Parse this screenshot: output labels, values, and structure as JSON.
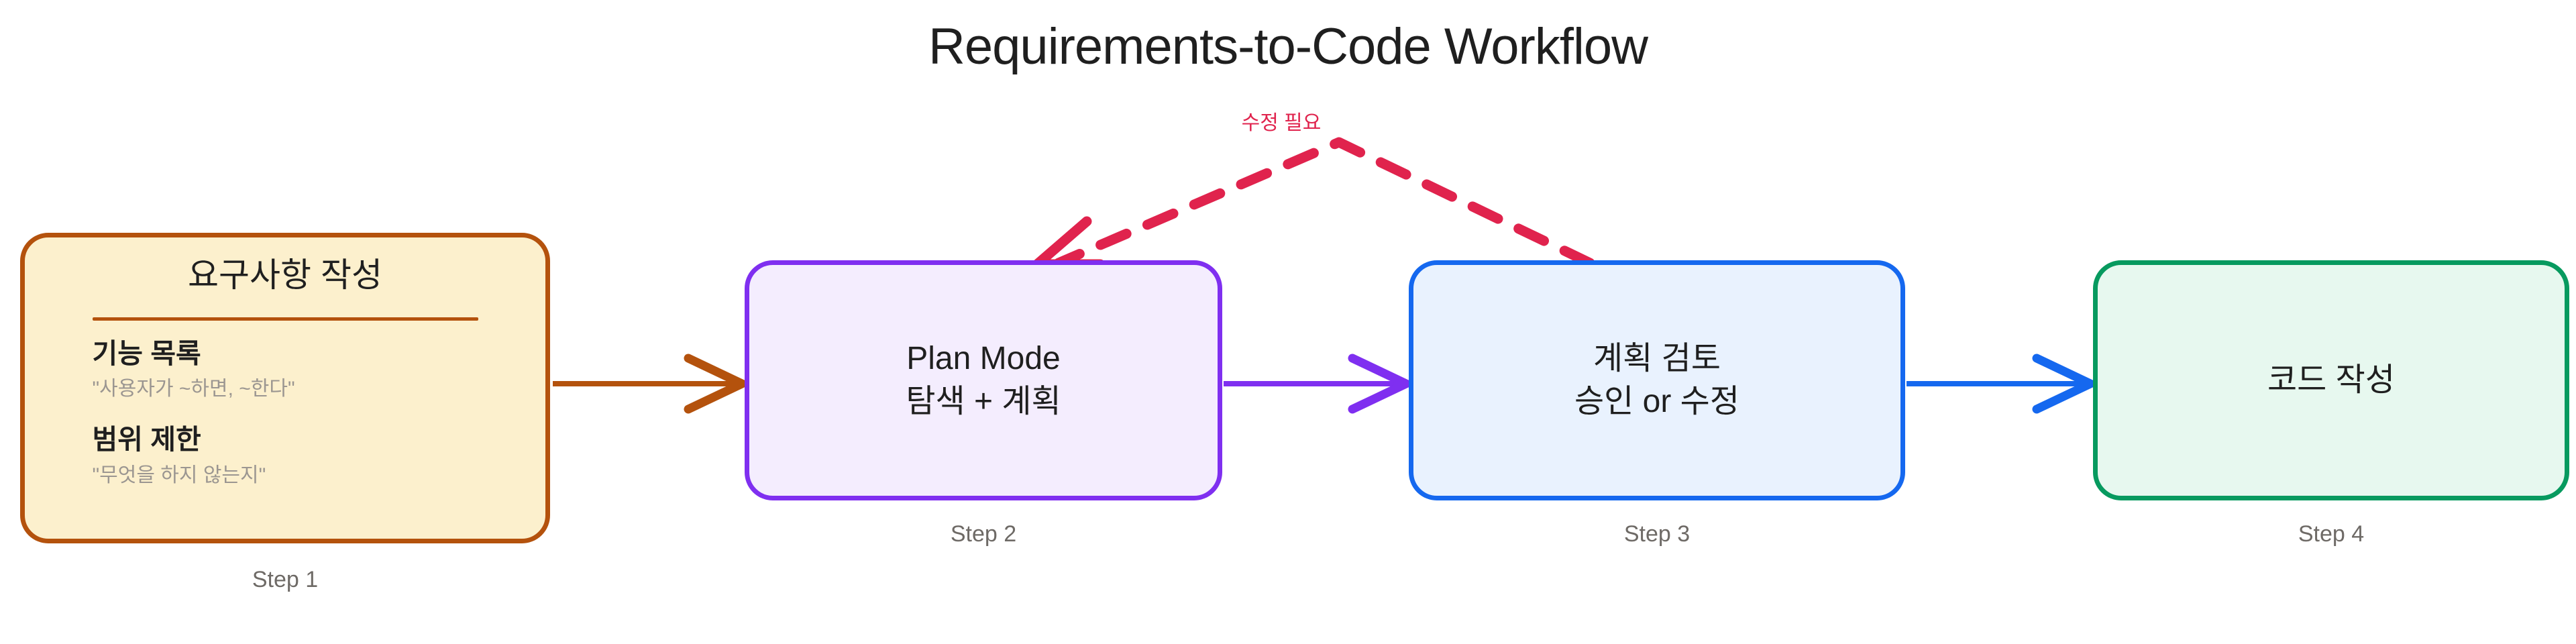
{
  "diagram": {
    "title": "Requirements-to-Code Workflow",
    "type": "flowchart"
  },
  "nodes": [
    {
      "id": "step1",
      "caption": "Step 1",
      "title": "요구사항 작성",
      "details": [
        {
          "label": "기능 목록",
          "note": "\"사용자가 ~하면, ~한다\""
        },
        {
          "label": "범위 제한",
          "note": "\"무엇을 하지 않는지\""
        }
      ],
      "fill": "#fcf0cd",
      "stroke": "#b4520d"
    },
    {
      "id": "step2",
      "caption": "Step 2",
      "lines": [
        "Plan Mode",
        "탐색 + 계획"
      ],
      "fill": "#f4edfe",
      "stroke": "#7f2ff0"
    },
    {
      "id": "step3",
      "caption": "Step 3",
      "lines": [
        "계획 검토",
        "승인 or 수정"
      ],
      "fill": "#e9f2fe",
      "stroke": "#1568ef"
    },
    {
      "id": "step4",
      "caption": "Step 4",
      "lines": [
        "코드 작성"
      ],
      "fill": "#e7f8ef",
      "stroke": "#079a5f"
    }
  ],
  "edges": [
    {
      "id": "edge-1-2",
      "from": "step1",
      "to": "step2",
      "label": "",
      "style": "solid",
      "color": "#b4520d"
    },
    {
      "id": "edge-2-3",
      "from": "step2",
      "to": "step3",
      "label": "",
      "style": "solid",
      "color": "#7f2ff0"
    },
    {
      "id": "edge-3-4",
      "from": "step3",
      "to": "step4",
      "label": "",
      "style": "solid",
      "color": "#1568ef"
    },
    {
      "id": "edge-3-2-feedback",
      "from": "step3",
      "to": "step2",
      "label": "수정 필요",
      "style": "dashed",
      "color": "#e0234d"
    }
  ],
  "palette": {
    "background": "#ffffff",
    "title_color": "#1f1f1f",
    "caption_color": "#6e6a66",
    "note_color": "#9b9691",
    "feedback": "#e0234d"
  }
}
